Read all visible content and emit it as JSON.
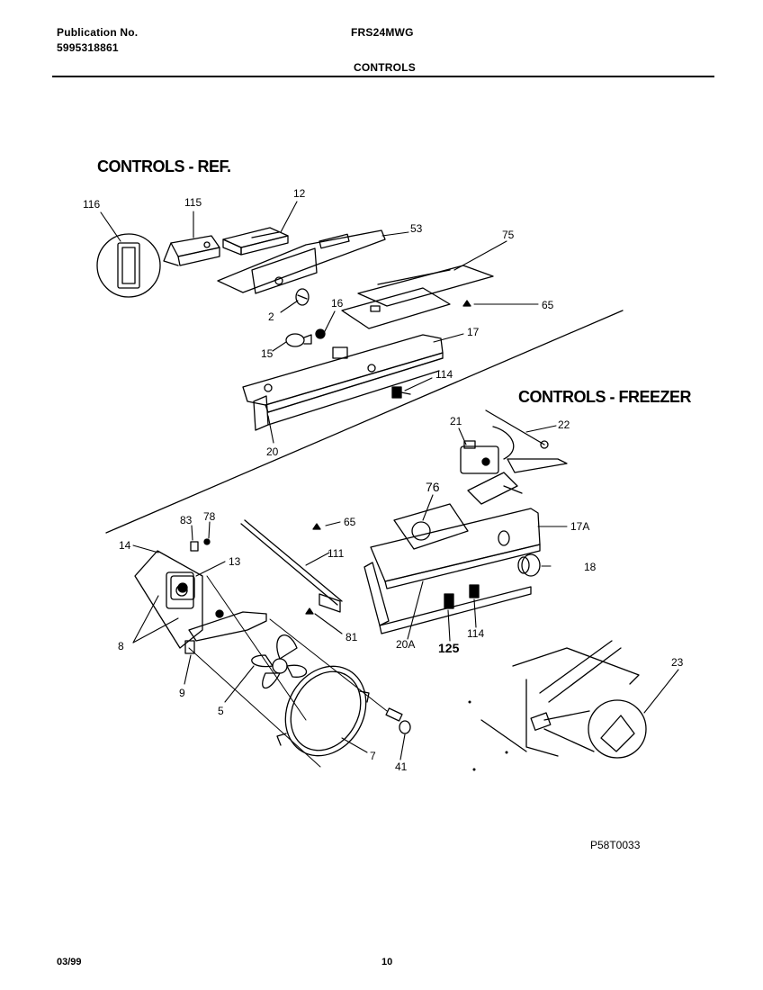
{
  "header": {
    "pub_label": "Publication No.",
    "pub_number": "5995318861",
    "model": "FRS24MWG",
    "section": "CONTROLS"
  },
  "sections": {
    "ref_title": "CONTROLS - REF.",
    "freezer_title": "CONTROLS - FREEZER"
  },
  "callouts": {
    "c116": "116",
    "c115": "115",
    "c12": "12",
    "c53": "53",
    "c75": "75",
    "c65a": "65",
    "c2": "2",
    "c16": "16",
    "c15": "15",
    "c17": "17",
    "c114a": "114",
    "c20": "20",
    "c21": "21",
    "c22": "22",
    "c76": "76",
    "c17A": "17A",
    "c18": "18",
    "c65b": "65",
    "c83": "83",
    "c78": "78",
    "c111": "111",
    "c14": "14",
    "c13": "13",
    "c8": "8",
    "c81": "81",
    "c20A": "20A",
    "c125": "125",
    "c114b": "114",
    "c9": "9",
    "c5": "5",
    "c23": "23",
    "c7": "7",
    "c41": "41"
  },
  "diagram_code": "P58T0033",
  "footer": {
    "date": "03/99",
    "page": "10"
  }
}
